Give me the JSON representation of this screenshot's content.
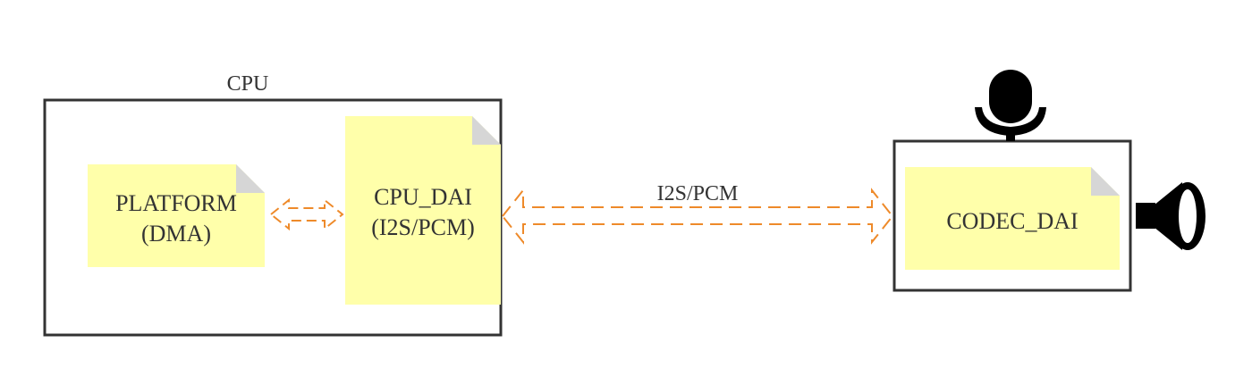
{
  "diagram": {
    "cpu_block": {
      "label": "CPU"
    },
    "platform_node": {
      "line1": "PLATFORM",
      "line2": "(DMA)"
    },
    "cpu_dai_node": {
      "line1": "CPU_DAI",
      "line2": "(I2S/PCM)"
    },
    "codec_node": {
      "label": "CODEC_DAI"
    },
    "link": {
      "label": "I2S/PCM"
    },
    "icons": {
      "microphone": "microphone-icon",
      "speaker": "speaker-icon"
    },
    "colors": {
      "note_fill": "#ffffaa",
      "note_fold": "#d6d6d6",
      "box_stroke": "#333333",
      "arrow_stroke": "#ee8a2a",
      "icon_fill": "#000000"
    }
  }
}
